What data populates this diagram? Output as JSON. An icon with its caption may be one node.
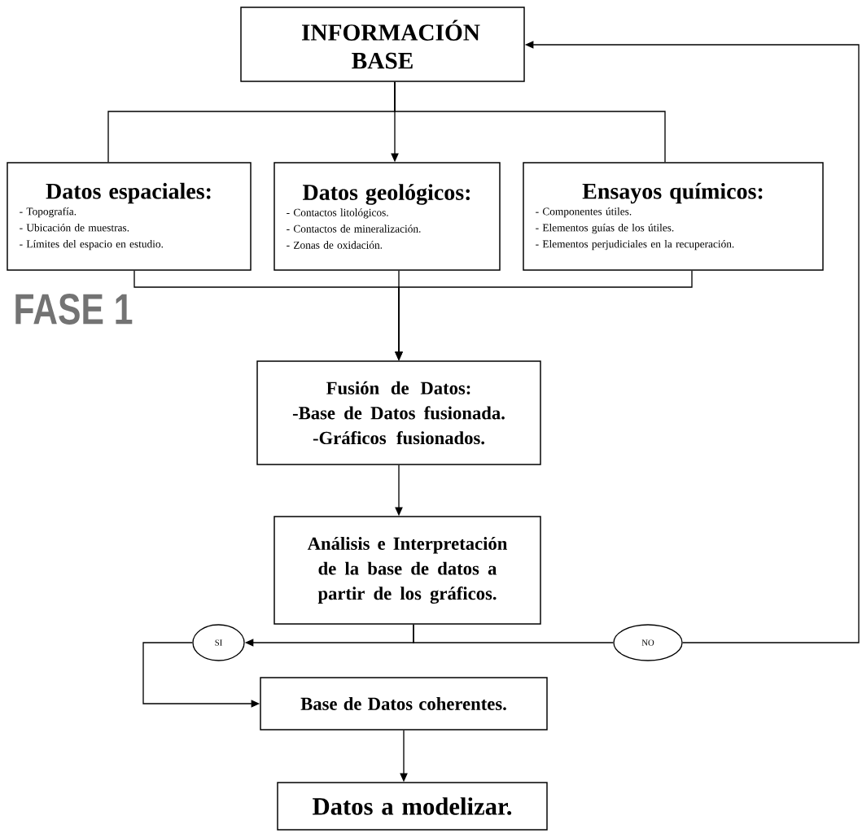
{
  "diagram": {
    "nodes": [
      {
        "text": [
          "INFORMACIÓN BASE"
        ]
      },
      {
        "text": [
          "Datos espaciales:",
          "- Topografía.",
          "- Ubicación de muestras.",
          "- Límites del espacio en estudio."
        ]
      },
      {
        "text": [
          "Datos geológicos:",
          "- Contactos litológicos.",
          "- Contactos de mineralización.",
          "- Zonas de oxidación."
        ]
      },
      {
        "text": [
          "Ensayos químicos:",
          "- Componentes útiles.",
          "- Elementos guías de los útiles.",
          "- Elementos perjudiciales en la recuperación."
        ]
      },
      {
        "text": [
          "Fusión de Datos:",
          "-Base de Datos fusionada.",
          "-Gráficos fusionados."
        ]
      },
      {
        "text": [
          "Análisis e Interpretación de la base de datos a partir de los gráficos."
        ]
      },
      {
        "text": [
          "SI"
        ]
      },
      {
        "text": [
          "NO"
        ]
      },
      {
        "text": [
          "Base de Datos coherentes."
        ]
      },
      {
        "text": [
          "Datos a modelizar."
        ]
      }
    ],
    "edges": [
      {
        "from": 0,
        "to": 1,
        "arrow": "none"
      },
      {
        "from": 0,
        "to": 2,
        "arrow": "to"
      },
      {
        "from": 0,
        "to": 3,
        "arrow": "none"
      },
      {
        "from": 1,
        "to": 4,
        "arrow": "to"
      },
      {
        "from": 2,
        "to": 4,
        "arrow": "to"
      },
      {
        "from": 3,
        "to": 4,
        "arrow": "to"
      },
      {
        "from": 4,
        "to": 5,
        "arrow": "to"
      },
      {
        "from": 5,
        "to": 6,
        "arrow": "to"
      },
      {
        "from": 5,
        "to": 7,
        "arrow": "none"
      },
      {
        "from": 7,
        "to": 0,
        "arrow": "to"
      },
      {
        "from": 6,
        "to": 8,
        "arrow": "to"
      },
      {
        "from": 8,
        "to": 9,
        "arrow": "to"
      }
    ],
    "labels": [
      "FASE 1"
    ]
  }
}
